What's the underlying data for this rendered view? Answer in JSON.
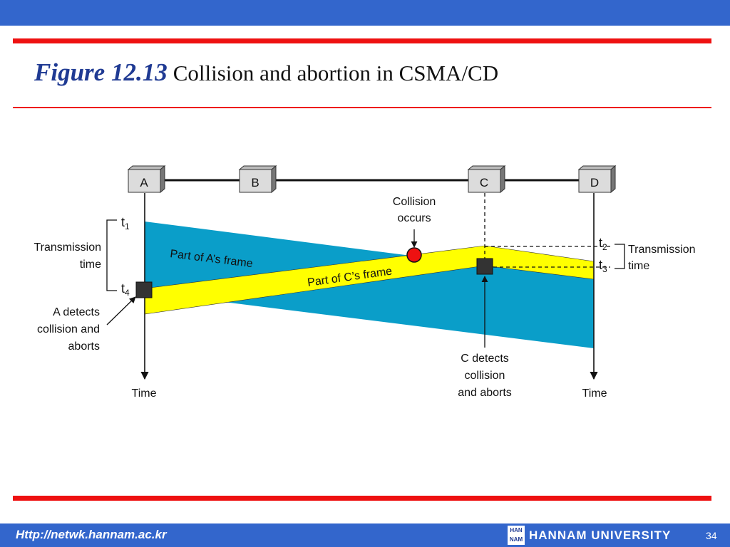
{
  "slide": {
    "figure_label": "Figure 12.13",
    "caption": "Collision and abortion in CSMA/CD",
    "page_number": "34"
  },
  "footer": {
    "url": "Http://netwk.hannam.ac.kr",
    "university": "HANNAM UNIVERSITY",
    "logo_text": "HAN NAM"
  },
  "diagram": {
    "stations": [
      "A",
      "B",
      "C",
      "D"
    ],
    "collision_label": [
      "Collision",
      "occurs"
    ],
    "frame_a_label": "Part of A’s frame",
    "frame_c_label": "Part of C’s frame",
    "time_marks": {
      "t1": "t",
      "t1_sub": "1",
      "t2": "t",
      "t2_sub": "2",
      "t3": "t",
      "t3_sub": "3",
      "t4": "t",
      "t4_sub": "4"
    },
    "tx_time_left": [
      "Transmission",
      "time"
    ],
    "tx_time_right": [
      "Transmission",
      "time"
    ],
    "a_detects": [
      "A detects",
      "collision and",
      "aborts"
    ],
    "c_detects": [
      "C detects",
      "collision",
      "and aborts"
    ],
    "time_left": "Time",
    "time_right": "Time"
  },
  "colors": {
    "frame_a": "#0a9ec9",
    "frame_c": "#ffff00",
    "collision": "#ee1111",
    "bar": "#3366cc",
    "rule": "#ee1111"
  }
}
